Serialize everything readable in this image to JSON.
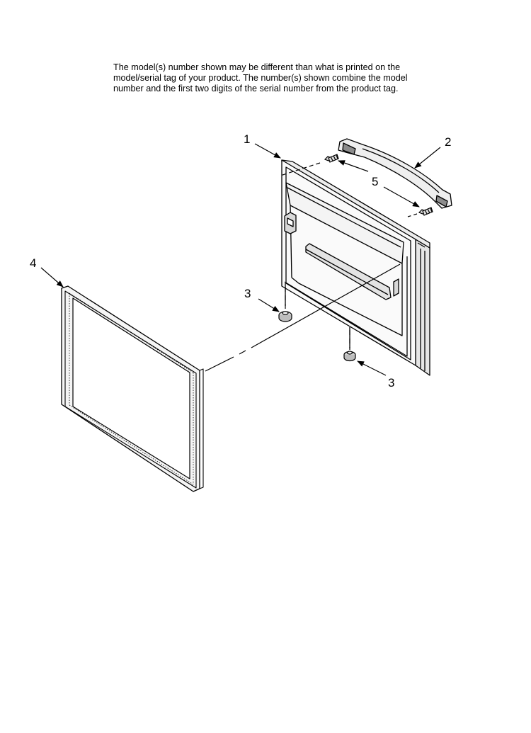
{
  "note": {
    "line1": "The model(s) number shown may be different than what is printed on the",
    "line2": "model/serial tag of your product. The number(s) shown combine the model",
    "line3": "number and the first two digits of the serial number from the product tag."
  },
  "callouts": {
    "door": "1",
    "handle": "2",
    "foot_left": "3",
    "foot_right": "3",
    "gasket": "4",
    "screw": "5"
  },
  "colors": {
    "line": "#000000",
    "shade": "#d9d9d9",
    "light": "#f2f2f2"
  }
}
